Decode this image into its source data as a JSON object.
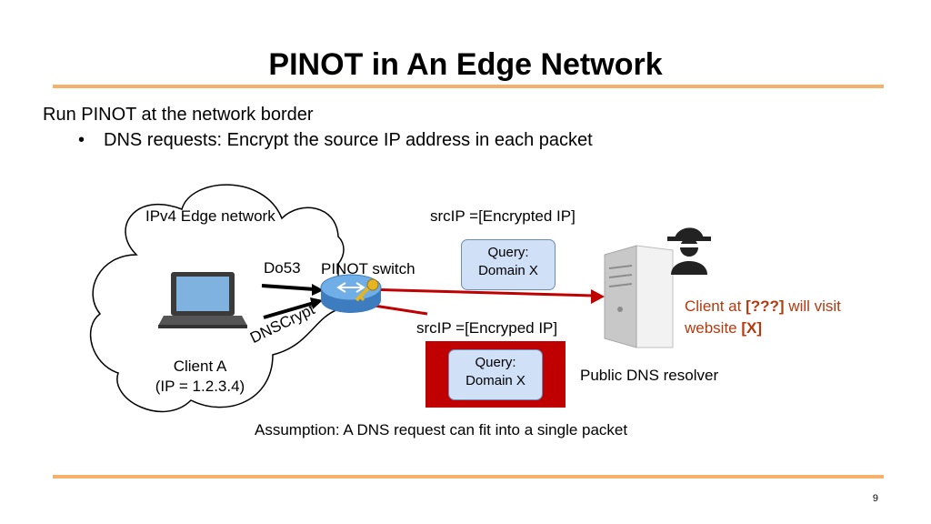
{
  "slide": {
    "title": "PINOT in An Edge Network",
    "bullet_main": "Run PINOT at the network border",
    "bullet_sub": "DNS requests: Encrypt the source IP address in each packet",
    "page_number": "9"
  },
  "diagram": {
    "edge_network_label": "IPv4 Edge network",
    "do53_label": "Do53",
    "dnscrypt_label": "DNSCrypt",
    "switch_label": "PINOT switch",
    "client_name": "Client A",
    "client_ip": "(IP = 1.2.3.4)",
    "srcip_top": "srcIP =[Encrypted IP]",
    "srcip_bottom": "srcIP =[Encryped IP]",
    "query_top_line1": "Query:",
    "query_top_line2": "Domain X",
    "query_bottom_line1": "Query:",
    "query_bottom_line2": "Domain X",
    "resolver_label": "Public DNS resolver",
    "note_prefix": "Client at ",
    "note_hidden": "[???]",
    "note_mid": " will visit website ",
    "note_site": "[X]",
    "assumption": "Assumption: A DNS request can fit into a single packet"
  },
  "colors": {
    "accent_rule": "#f4b16b",
    "arrow_red": "#c00000",
    "note_text": "#b5390e",
    "query_fill": "#cfe0f7",
    "router_blue": "#5b9bd5"
  },
  "icons": [
    "laptop-icon",
    "router-icon",
    "key-icon",
    "server-icon",
    "spy-icon",
    "cloud-shape"
  ]
}
